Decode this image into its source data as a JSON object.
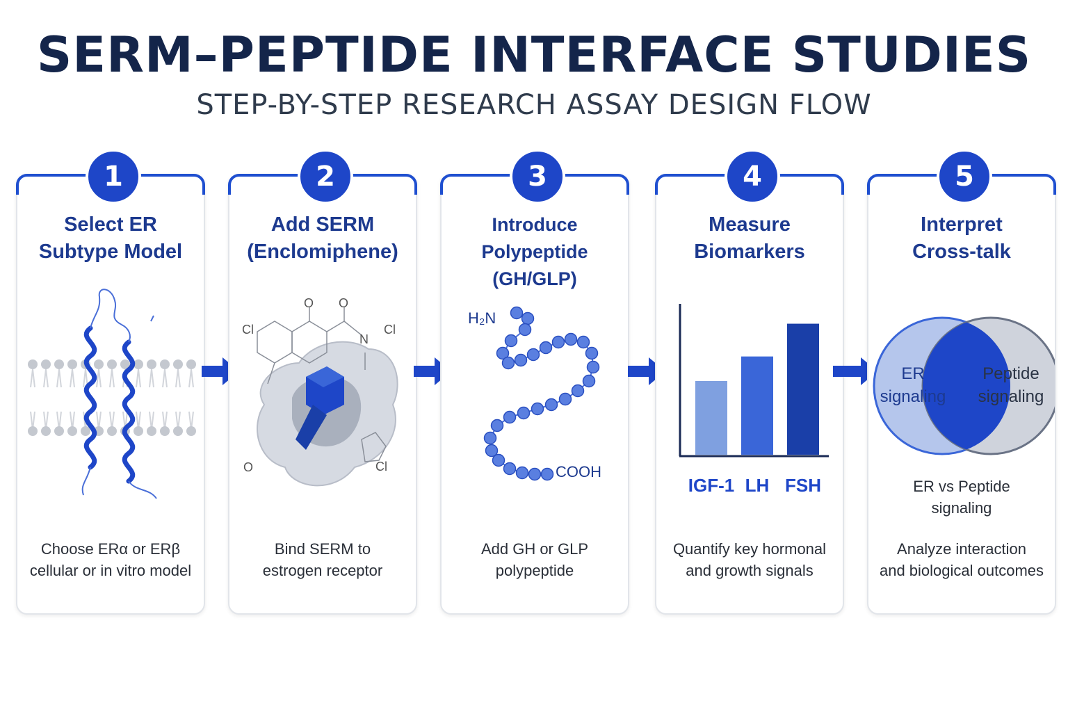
{
  "header": {
    "title": "SERM–PEPTIDE INTERFACE STUDIES",
    "subtitle": "STEP-BY-STEP RESEARCH ASSAY DESIGN FLOW"
  },
  "colors": {
    "accent": "#1e46c8",
    "title": "#14254a",
    "light_blue": "#7fa0e0",
    "mid_blue": "#3a66d8",
    "dark_blue": "#1a3fa8"
  },
  "steps": [
    {
      "number": "1",
      "title_line1": "Select ER",
      "title_line2": "Subtype Model",
      "desc_line1": "Choose ERα or ERβ",
      "desc_line2": "cellular or in vitro model",
      "icon": "protein-membrane-icon"
    },
    {
      "number": "2",
      "title_line1": "Add SERM",
      "title_line2": "(Enclomiphene)",
      "desc_line1": "Bind SERM to",
      "desc_line2": "estrogen receptor",
      "icon": "molecule-binding-icon",
      "atoms": {
        "o1": "O",
        "o2": "O",
        "cl1": "Cl",
        "n": "N",
        "cl2": "Cl",
        "cl3": "Cl",
        "o3": "O"
      }
    },
    {
      "number": "3",
      "title_line1": "Introduce Polypeptide",
      "title_line2": "(GH/GLP)",
      "desc_line1": "Add GH or GLP",
      "desc_line2": "polypeptide",
      "icon": "peptide-chain-icon",
      "n_terminus": "H₂N",
      "c_terminus": "COOH"
    },
    {
      "number": "4",
      "title_line1": "Measure",
      "title_line2": "Biomarkers",
      "desc_line1": "Quantify key hormonal",
      "desc_line2": "and growth signals",
      "icon": "bar-chart-icon"
    },
    {
      "number": "5",
      "title_line1": "Interpret",
      "title_line2": "Cross-talk",
      "desc_line1": "Analyze interaction",
      "desc_line2": "and biological outcomes",
      "icon": "venn-diagram-icon",
      "venn_left_1": "ER",
      "venn_left_2": "signaling",
      "venn_right_1": "Peptide",
      "venn_right_2": "signaling",
      "caption_1": "ER vs Peptide",
      "caption_2": "signaling"
    }
  ],
  "chart_data": {
    "type": "bar",
    "categories": [
      "IGF-1",
      "LH",
      "FSH"
    ],
    "values": [
      45,
      60,
      80
    ],
    "ylim": [
      0,
      90
    ],
    "colors": [
      "#7fa0e0",
      "#3a66d8",
      "#1a3fa8"
    ],
    "grid": false
  }
}
